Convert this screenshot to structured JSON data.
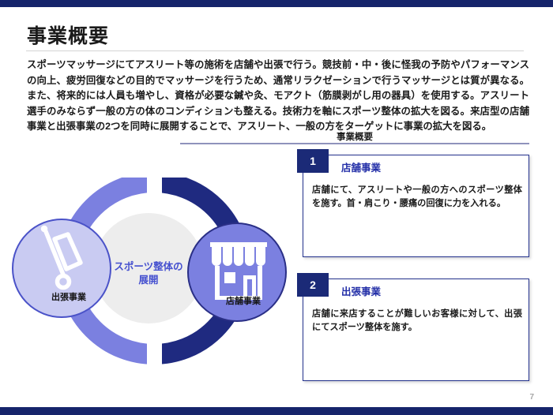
{
  "slide": {
    "title": "事業概要",
    "page_number": "7",
    "accent_navy": "#16246b",
    "accent_blue": "#2430a8",
    "accent_periwinkle": "#7b80e0",
    "accent_light_purple": "#c9cbf2"
  },
  "lead_paragraph": "スポーツマッサージにてアスリート等の施術を店舗や出張で行う。競技前・中・後に怪我の予防やパフォーマンスの向上、疲労回復などの目的でマッサージを行うため、通常リラクゼーションで行うマッサージとは質が異なる。また、将来的には人員も増やし、資格が必要な鍼や灸、モアクト（筋膜剥がし用の器具）を使用する。アスリート選手のみならず一般の方の体のコンディションも整える。技術力を軸にスポーツ整体の拡大を図る。来店型の店舗事業と出張事業の2つを同時に展開することで、アスリート、一般の方をターゲットに事業の拡大を図る。",
  "section": {
    "heading": "事業概要"
  },
  "cards": [
    {
      "number": "1",
      "title": "店舗事業",
      "body": "店舗にて、アスリートや一般の方へのスポーツ整体を施す。首・肩こり・腰痛の回復に力を入れる。"
    },
    {
      "number": "2",
      "title": "出張事業",
      "body": "店舗に来店することが難しいお客様に対して、出張にてスポーツ整体を施す。"
    }
  ],
  "diagram": {
    "center_label": "スポーツ整体の\n展開",
    "center_label_line1": "スポーツ整体の",
    "center_label_line2": "展開",
    "left_node": {
      "label": "出張事業",
      "icon": "hand-truck-icon",
      "fill": "#c9cbf2",
      "stroke": "#4a52c8"
    },
    "right_node": {
      "label": "店舗事業",
      "icon": "storefront-icon",
      "fill": "#7b80e0",
      "stroke": "#2a2f86"
    },
    "left_arc_color": "#7b80e0",
    "right_arc_color": "#1f2a80",
    "center_circle_color": "#ededed"
  }
}
